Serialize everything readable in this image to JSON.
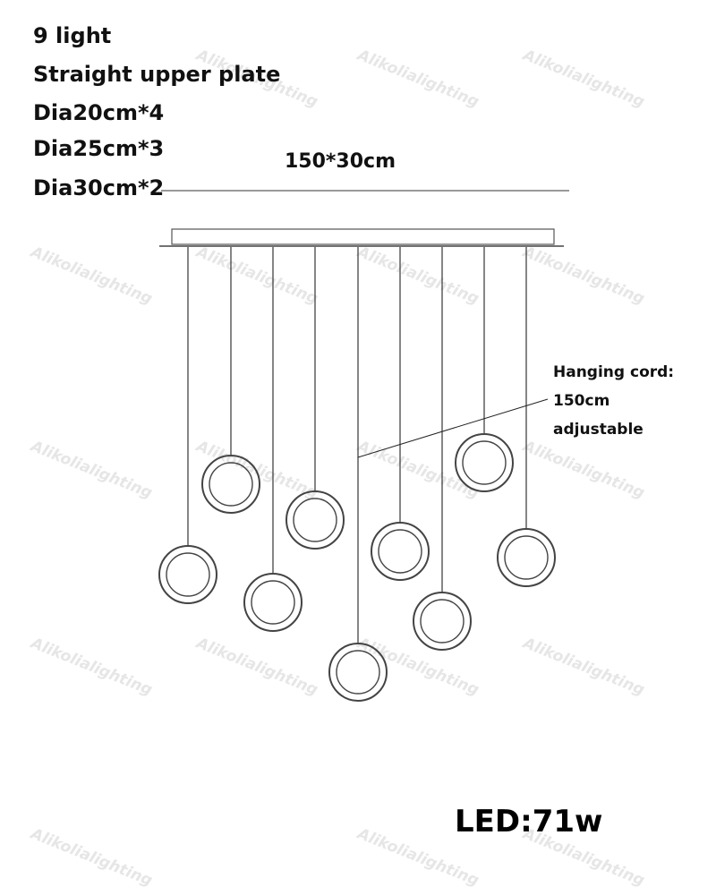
{
  "specs": {
    "light_count": "9 light",
    "plate": "Straight upper plate",
    "dia_20": "Dia20cm*4",
    "dia_25": "Dia25cm*3",
    "dia_30": "Dia30cm*2"
  },
  "plate_dimension": "150*30cm",
  "cord_note": {
    "line1": "Hanging cord:",
    "line2": "150cm",
    "line3": "adjustable"
  },
  "power": "LED:71w",
  "watermark": "Alikolialighting",
  "colors": {
    "text": "#111111",
    "line": "#333333",
    "ring": "#444444",
    "watermark": "#e6e6e6"
  }
}
